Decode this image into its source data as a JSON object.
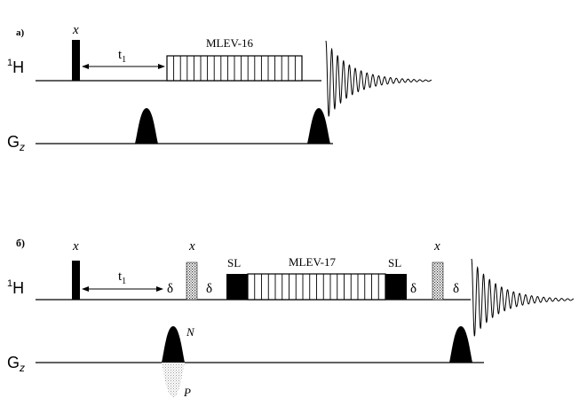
{
  "panel_a": {
    "label": "a)",
    "channel_h": "H",
    "channel_h_sup": "1",
    "channel_g": "G",
    "channel_g_sub": "z",
    "pulse_phase": "x",
    "t1_label": "t",
    "t1_sub": "1",
    "mixing_label": "MLEV-16"
  },
  "panel_b": {
    "label": "б)",
    "channel_h": "H",
    "channel_h_sup": "1",
    "channel_g": "G",
    "channel_g_sub": "z",
    "pulse_phase_1": "x",
    "pulse_phase_2": "x",
    "pulse_phase_3": "x",
    "t1_label": "t",
    "t1_sub": "1",
    "delta": "δ",
    "sl_label": "SL",
    "mixing_label": "MLEV-17",
    "gradient_n": "N",
    "gradient_p": "P"
  },
  "colors": {
    "ink": "#000000",
    "stipple": "#555555",
    "stipple_light": "#bbbbbb"
  }
}
